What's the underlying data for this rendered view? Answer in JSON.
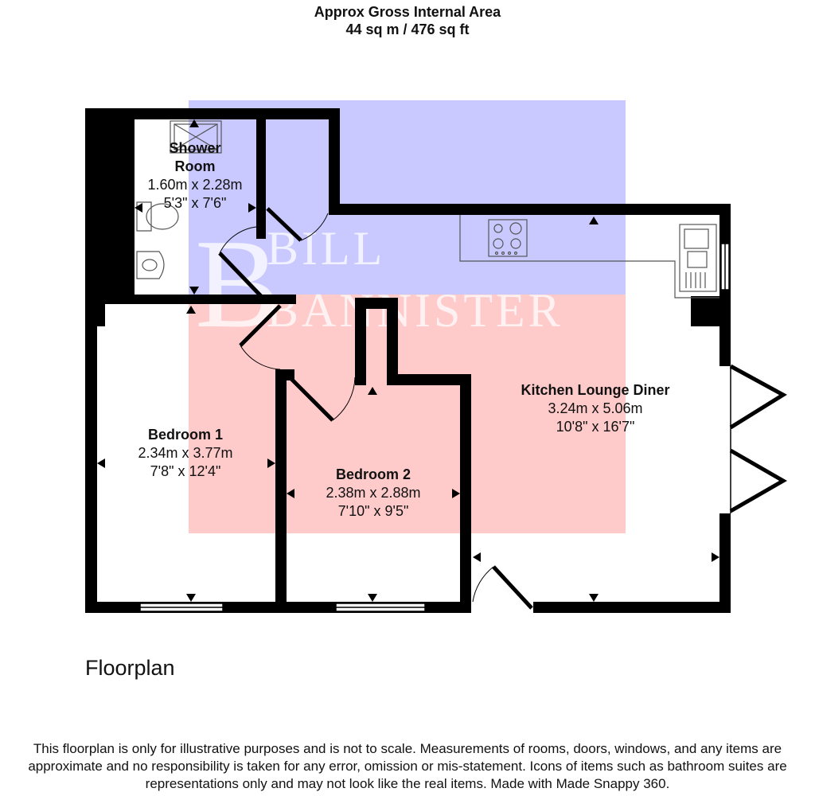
{
  "header": {
    "area_title": "Approx Gross Internal Area",
    "area_value": "44 sq m / 476 sq ft"
  },
  "watermark": {
    "text_line1": "BILL",
    "text_line2": "BANNISTER",
    "colors": {
      "blue": "#c9c9ff",
      "pink": "#ffcaca",
      "text": "#ffffff"
    }
  },
  "rooms": [
    {
      "id": "shower-room",
      "name_line1": "Shower",
      "name_line2": "Room",
      "metric": "1.60m x 2.28m",
      "imperial": "5'3\" x 7'6\""
    },
    {
      "id": "bedroom-1",
      "name_line1": "Bedroom 1",
      "name_line2": "",
      "metric": "2.34m x 3.77m",
      "imperial": "7'8\" x 12'4\""
    },
    {
      "id": "bedroom-2",
      "name_line1": "Bedroom 2",
      "name_line2": "",
      "metric": "2.38m x 2.88m",
      "imperial": "7'10\" x 9'5\""
    },
    {
      "id": "kitchen-lounge-diner",
      "name_line1": "Kitchen Lounge Diner",
      "name_line2": "",
      "metric": "3.24m x 5.06m",
      "imperial": "10'8\" x 16'7\""
    }
  ],
  "floor_title": "Floorplan",
  "disclaimer": "This floorplan is only for illustrative purposes and is not to scale. Measurements of rooms, doors, windows, and any items are approximate and no responsibility is taken for any error, omission or mis-statement. Icons of items such as bathroom suites are representations only and may not look like the real items. Made with Made Snappy 360.",
  "colors": {
    "wall": "#000000",
    "fixture_line": "#555555"
  }
}
